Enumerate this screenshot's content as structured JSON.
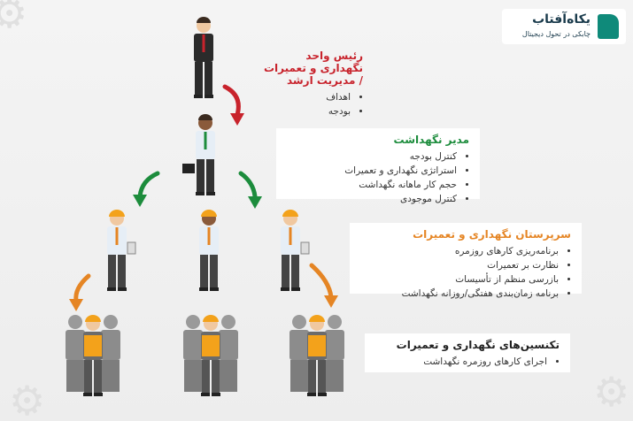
{
  "brand": {
    "name": "یکاه‌آفتاب",
    "tagline": "چابکی در تحول دیجیتال",
    "colors": {
      "teal": "#0f8a7a",
      "dark": "#1a3b4c"
    }
  },
  "colors": {
    "red": "#c8232c",
    "green": "#1c8c3c",
    "orange": "#e58524",
    "suit": "#2b2b2b",
    "helmet": "#f3a21b"
  },
  "levels": [
    {
      "title": "رئیس واحد نگهداری و تعمیرات / مدیریت ارشد",
      "title_color": "#c8232c",
      "items": [
        "اهداف",
        "بودجه"
      ]
    },
    {
      "title": "مدیر نگهداشت",
      "title_color": "#1c8c3c",
      "items": [
        "کنترل بودجه",
        "استراتژی نگهداری و تعمیرات",
        "حجم کار ماهانه نگهداشت",
        "کنترل موجودی"
      ]
    },
    {
      "title": "سرپرستان نگهداری و تعمیرات",
      "title_color": "#e58524",
      "items": [
        "برنامه‌ریزی کارهای روزمره",
        "نظارت بر تعمیرات",
        "بازرسی منظم از تأسیسات",
        "برنامه زمان‌بندی هفتگی/روزانه نگهداشت"
      ]
    },
    {
      "title": "تکنسین‌های نگهداری و تعمیرات",
      "title_color": "#222222",
      "items": [
        "اجرای کارهای روزمره نگهداشت"
      ]
    }
  ]
}
